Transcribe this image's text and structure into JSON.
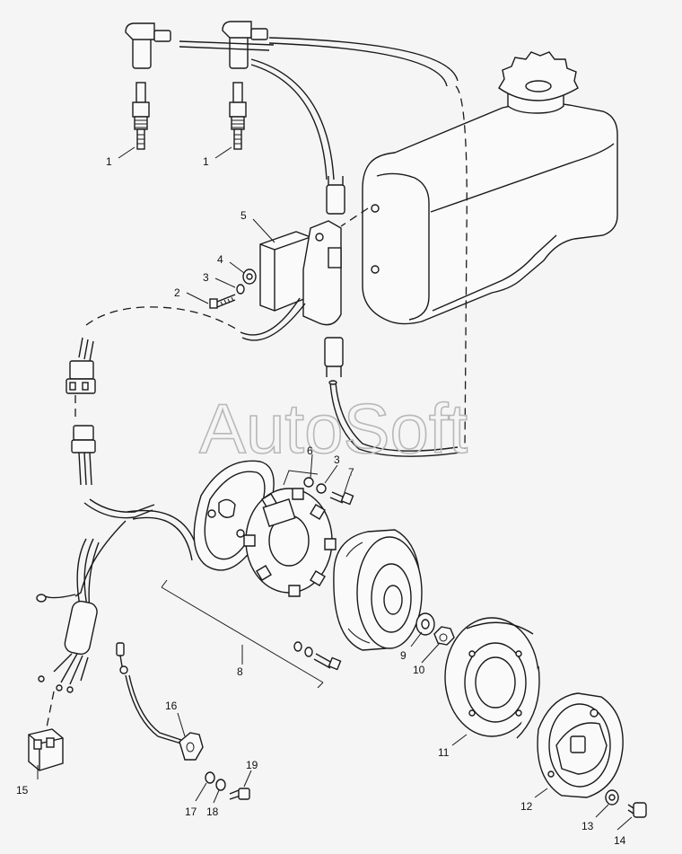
{
  "watermark": "AutoSoft",
  "callouts": [
    {
      "id": "spark-plug-left",
      "text": "1"
    },
    {
      "id": "spark-plug-right",
      "text": "1"
    },
    {
      "id": "coil-bolt",
      "text": "2"
    },
    {
      "id": "coil-lockwasher",
      "text": "3"
    },
    {
      "id": "coil-flatwasher",
      "text": "4"
    },
    {
      "id": "ignition-coil",
      "text": "5"
    },
    {
      "id": "stator-washer",
      "text": "6"
    },
    {
      "id": "stator-lockwasher",
      "text": "3"
    },
    {
      "id": "stator-screw",
      "text": "7"
    },
    {
      "id": "magneto-assembly",
      "text": "8"
    },
    {
      "id": "flywheel-washer",
      "text": "9"
    },
    {
      "id": "flywheel-nut",
      "text": "10"
    },
    {
      "id": "starter-cup",
      "text": "11"
    },
    {
      "id": "fan-plate",
      "text": "12"
    },
    {
      "id": "fan-washer",
      "text": "13"
    },
    {
      "id": "fan-bolt",
      "text": "14"
    },
    {
      "id": "regulator",
      "text": "15"
    },
    {
      "id": "ground-wire",
      "text": "16"
    },
    {
      "id": "wire-washer",
      "text": "17"
    },
    {
      "id": "wire-lockwasher",
      "text": "18"
    },
    {
      "id": "wire-screw",
      "text": "19"
    }
  ]
}
